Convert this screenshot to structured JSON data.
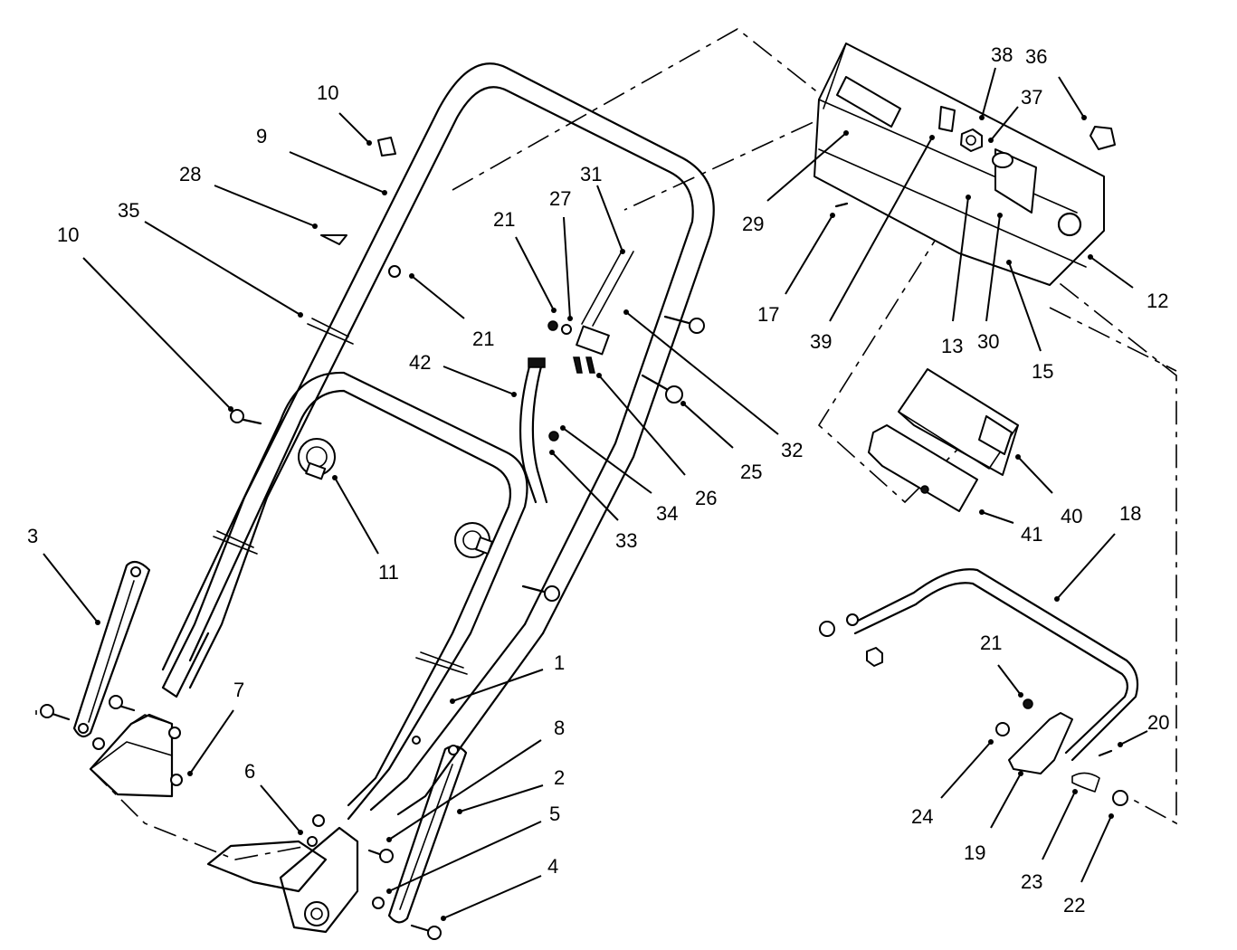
{
  "diagram": {
    "callouts": [
      {
        "label": "1"
      },
      {
        "label": "2"
      },
      {
        "label": "3"
      },
      {
        "label": "4"
      },
      {
        "label": "5"
      },
      {
        "label": "6"
      },
      {
        "label": "7"
      },
      {
        "label": "8"
      },
      {
        "label": "9"
      },
      {
        "label": "10"
      },
      {
        "label": "10"
      },
      {
        "label": "11"
      },
      {
        "label": "12"
      },
      {
        "label": "13"
      },
      {
        "label": "15"
      },
      {
        "label": "17"
      },
      {
        "label": "18"
      },
      {
        "label": "19"
      },
      {
        "label": "20"
      },
      {
        "label": "21"
      },
      {
        "label": "21"
      },
      {
        "label": "21"
      },
      {
        "label": "22"
      },
      {
        "label": "23"
      },
      {
        "label": "24"
      },
      {
        "label": "25"
      },
      {
        "label": "26"
      },
      {
        "label": "27"
      },
      {
        "label": "28"
      },
      {
        "label": "29"
      },
      {
        "label": "30"
      },
      {
        "label": "31"
      },
      {
        "label": "32"
      },
      {
        "label": "33"
      },
      {
        "label": "34"
      },
      {
        "label": "35"
      },
      {
        "label": "36"
      },
      {
        "label": "37"
      },
      {
        "label": "38"
      },
      {
        "label": "39"
      },
      {
        "label": "40"
      },
      {
        "label": "41"
      },
      {
        "label": "42"
      }
    ]
  }
}
